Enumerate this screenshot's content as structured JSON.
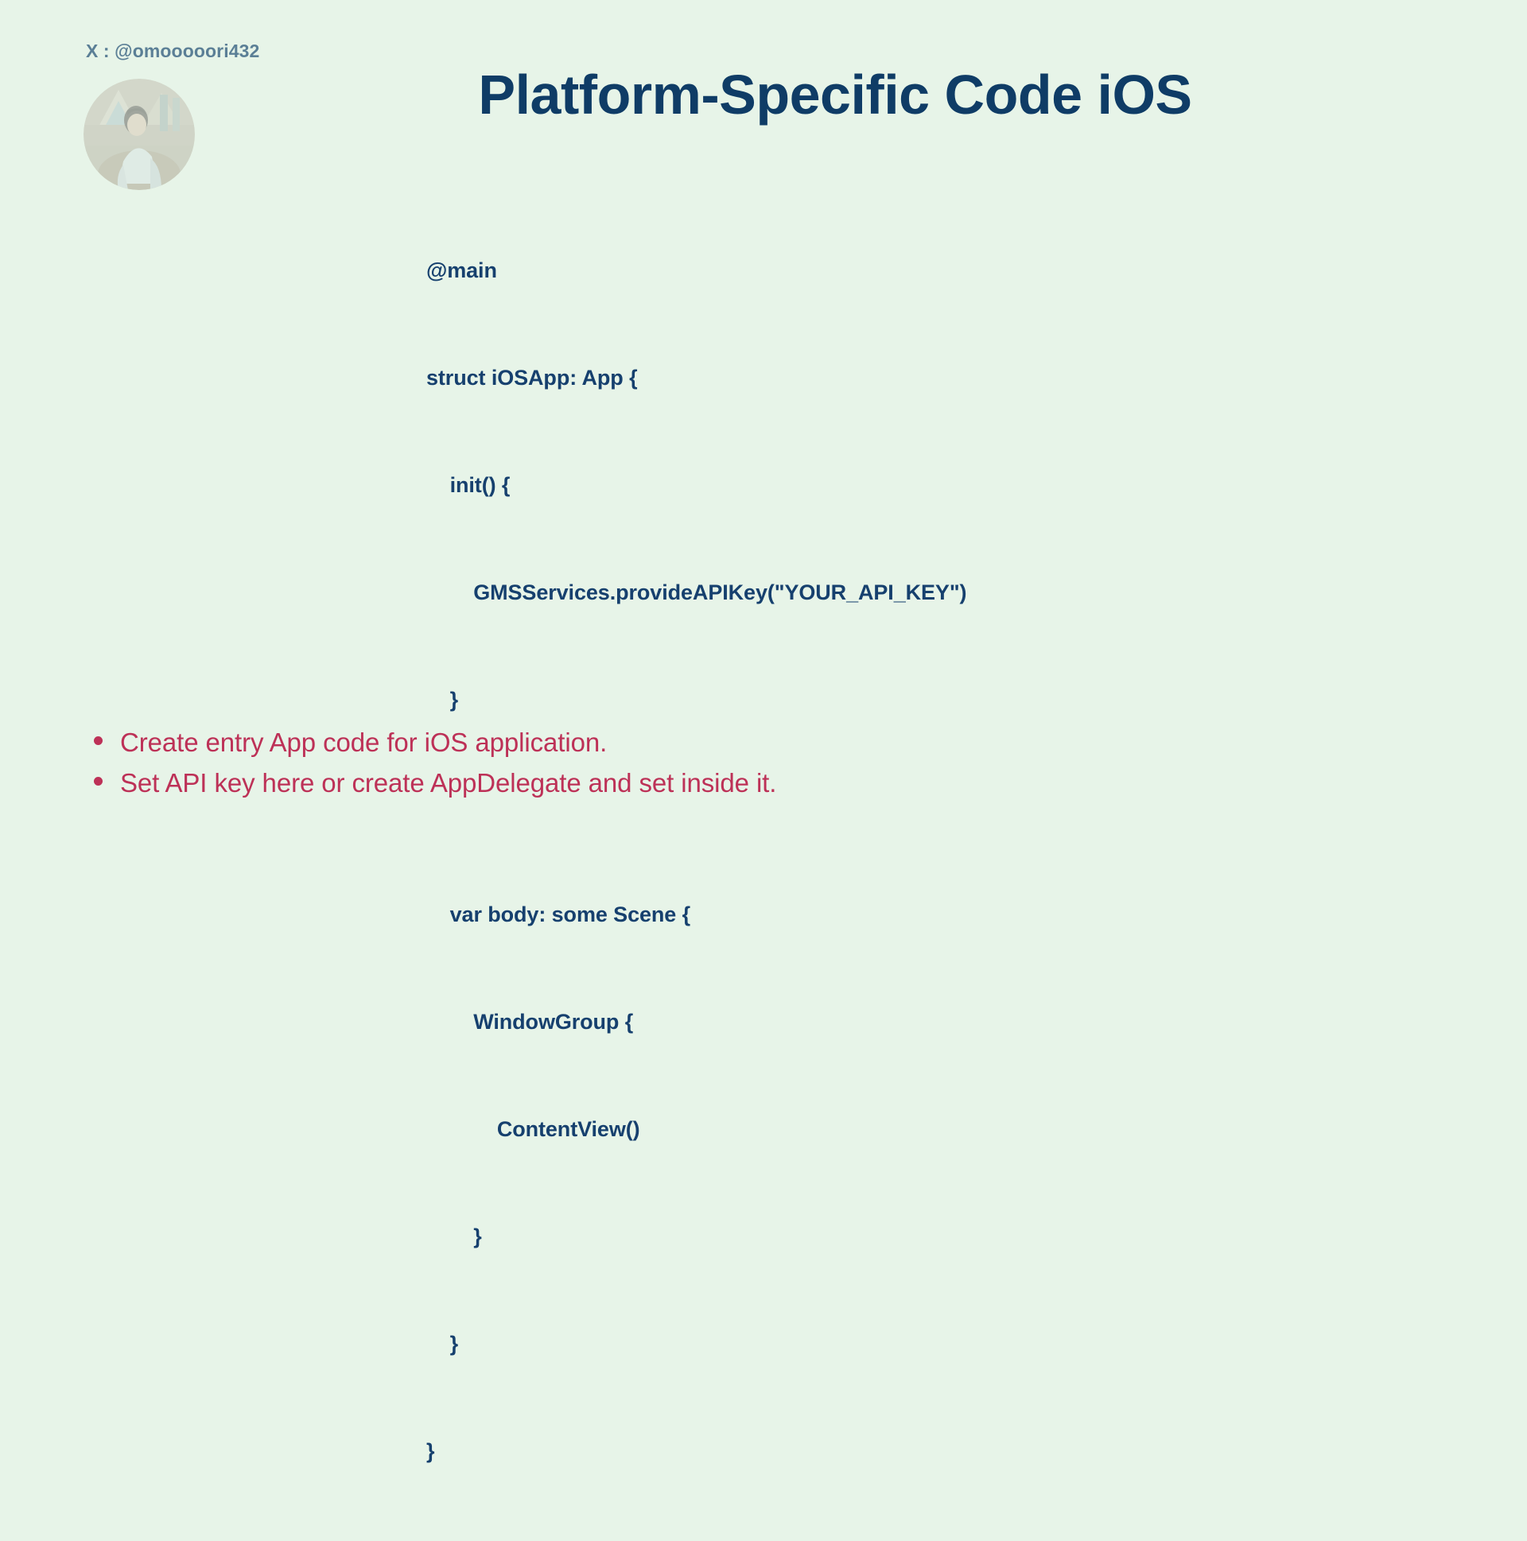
{
  "theme": {
    "background": "#e7f4e8",
    "title_color": "#0f3c66",
    "code_color": "#16406e",
    "bullet_color": "#bd3157",
    "handle_color": "#5b7f96"
  },
  "author": {
    "handle": "X : @omooooori432",
    "avatar_icon": "avatar-photo"
  },
  "title": "Platform-Specific Code iOS",
  "code": {
    "language": "swift",
    "lines": [
      "@main",
      "struct iOSApp: App {",
      "    init() {",
      "        GMSServices.provideAPIKey(\"YOUR_API_KEY\")",
      "    }",
      "",
      "    var body: some Scene {",
      "        WindowGroup {",
      "            ContentView()",
      "        }",
      "    }",
      "}"
    ]
  },
  "bullets": [
    "Create entry App code for iOS application.",
    "Set API key here or create AppDelegate and set inside it."
  ]
}
